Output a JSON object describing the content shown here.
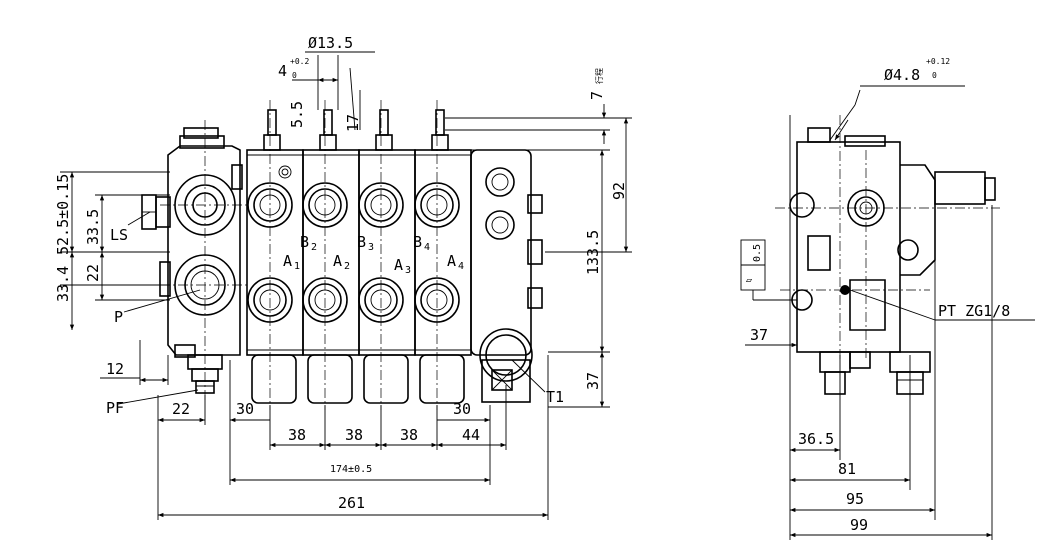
{
  "front_view": {
    "dims": {
      "dia_13_5": "Ø13.5",
      "slot_4": "4",
      "slot_4_tol_upper": "+0.2",
      "slot_4_tol_lower": "0",
      "d_5_5": "5.5",
      "d_17": "17",
      "d_7": "7",
      "d_7_tag": "行程",
      "d_92": "92",
      "d_133_5": "133.5",
      "d_37_right": "37",
      "d_52_5": "52.5±0.15",
      "d_33_5": "33.5",
      "d_22_left": "22",
      "d_33_4": "33.4",
      "d_12": "12",
      "d_22_bottom": "22",
      "d_30_left": "30",
      "d_30_right": "30",
      "d_38_a": "38",
      "d_38_b": "38",
      "d_38_c": "38",
      "d_44": "44",
      "d_174": "174±0.5",
      "d_261": "261"
    },
    "labels": {
      "LS": "LS",
      "P": "P",
      "PF": "PF",
      "T1": "T1",
      "B2": "B",
      "B2_sub": "2",
      "B3": "B",
      "B3_sub": "3",
      "B4": "B",
      "B4_sub": "4",
      "A1": "A",
      "A1_sub": "1",
      "A2": "A",
      "A2_sub": "2",
      "A3": "A",
      "A3_sub": "3",
      "A4": "A",
      "A4_sub": "4"
    }
  },
  "side_view": {
    "dims": {
      "dia_4_8": "Ø4.8",
      "dia_4_8_tol_upper": "+0.12",
      "dia_4_8_tol_lower": "0",
      "flatness_symbol": "▱",
      "flatness_value": "0.5",
      "d_37": "37",
      "d_36_5": "36.5",
      "d_81": "81",
      "d_95": "95",
      "d_99": "99"
    },
    "labels": {
      "PT": "PT ZG1/8"
    }
  }
}
